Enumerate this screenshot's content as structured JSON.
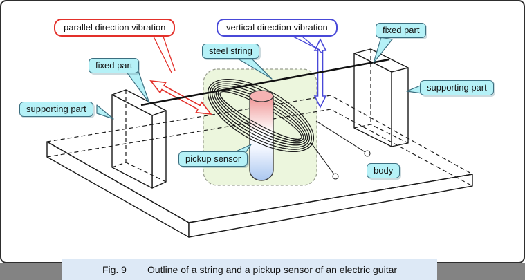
{
  "figure": {
    "caption_fig": "Fig. 9",
    "caption_text": "Outline of a string and a pickup sensor of an electric guitar"
  },
  "labels": {
    "parallel_vibration": "parallel direction vibration",
    "vertical_vibration": "vertical direction vibration",
    "fixed_part_left": "fixed part",
    "fixed_part_right": "fixed part",
    "steel_string": "steel string",
    "supporting_part_left": "supporting part",
    "supporting_part_right": "supporting part",
    "pickup_sensor": "pickup sensor",
    "body": "body"
  },
  "colors": {
    "callout_fill": "#b5f1f7",
    "callout_border": "#3b6e7f",
    "parallel_arrow": "#e3302a",
    "vertical_arrow": "#4848d8",
    "pickup_region_fill": "#ecf6dd",
    "magnet_top": "#ef9393",
    "magnet_bottom": "#a9c6ef",
    "caption_bg": "#dde9f6",
    "bottom_bar": "#838383",
    "line": "#1a1a1a"
  }
}
